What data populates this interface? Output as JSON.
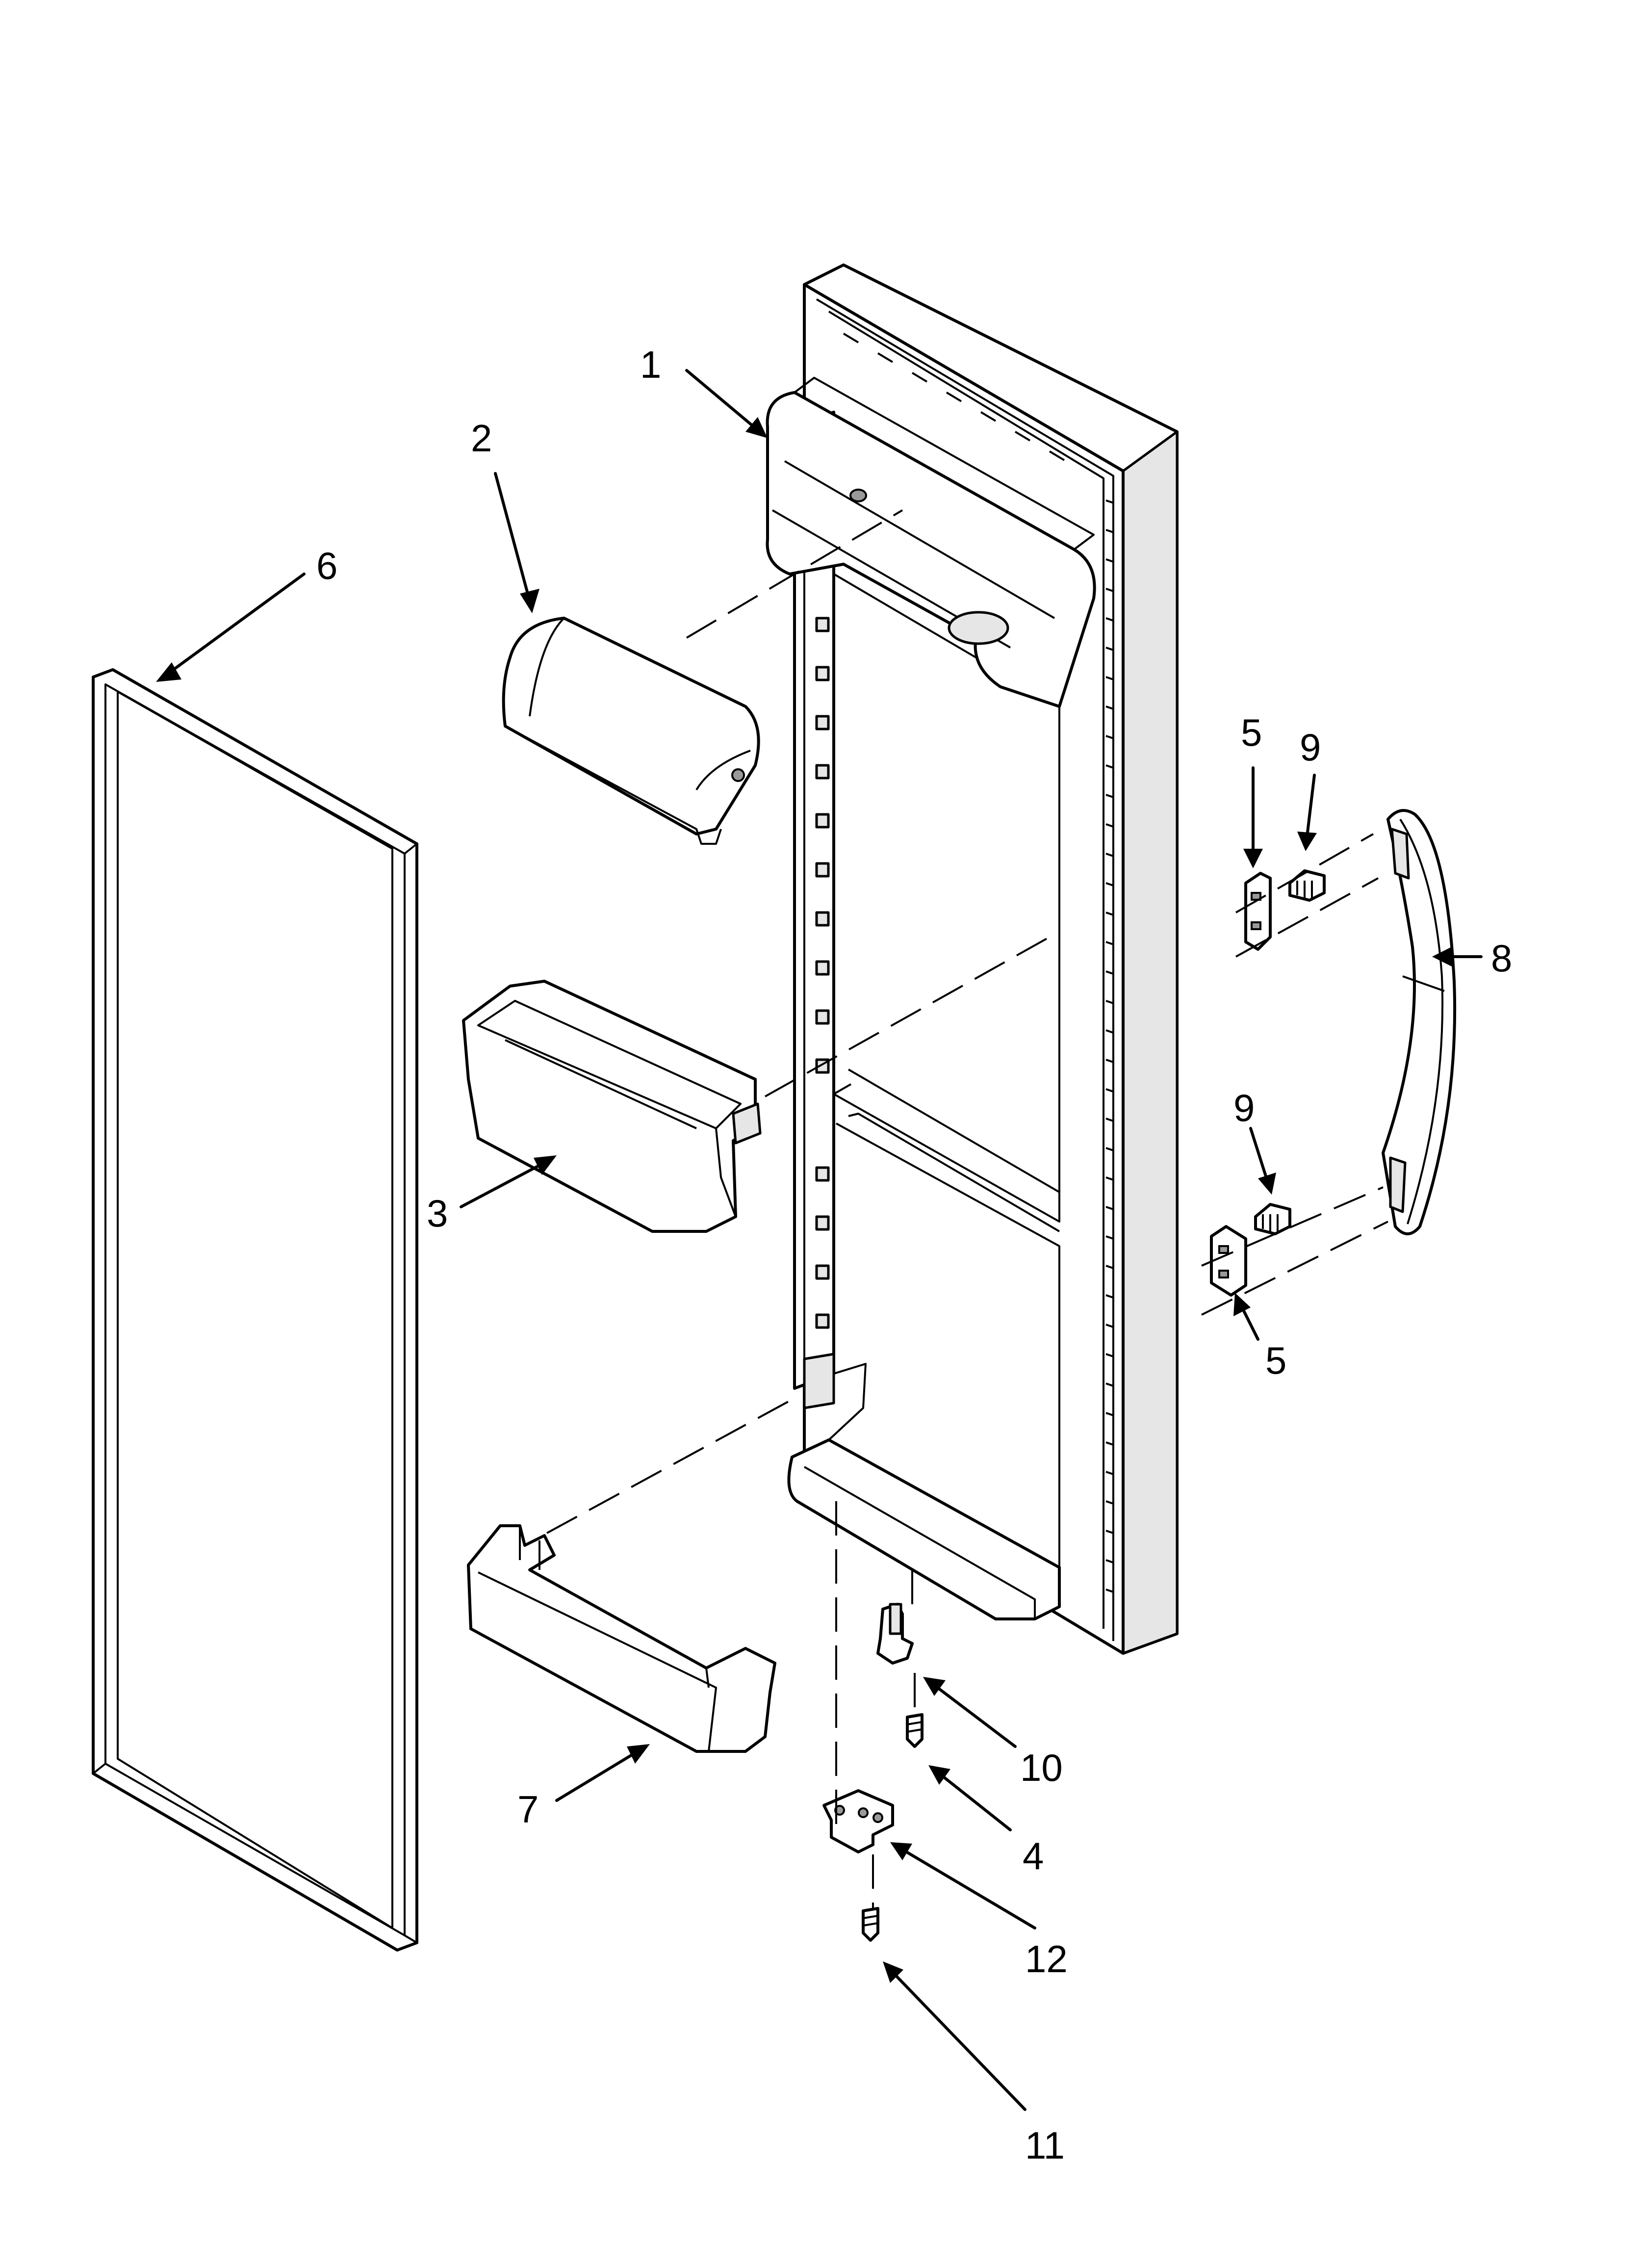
{
  "callouts": {
    "c1": "1",
    "c2": "2",
    "c3": "3",
    "c4": "4",
    "c5a": "5",
    "c5b": "5",
    "c6": "6",
    "c7": "7",
    "c8": "8",
    "c9a": "9",
    "c9b": "9",
    "c10": "10",
    "c11": "11",
    "c12": "12"
  }
}
